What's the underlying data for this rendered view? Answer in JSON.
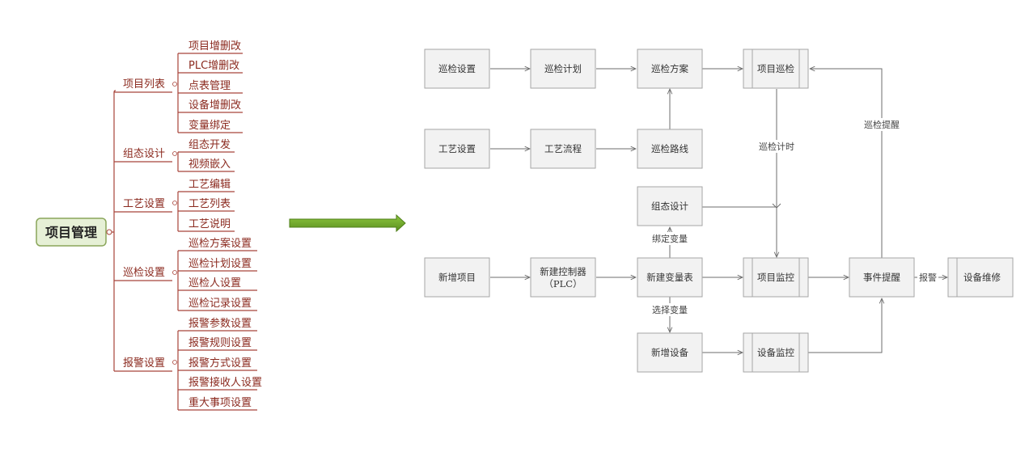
{
  "mindmap": {
    "root": "项目管理",
    "branches": [
      {
        "label": "项目列表",
        "items": [
          "项目增删改",
          "PLC增删改",
          "点表管理",
          "设备增删改",
          "变量绑定"
        ]
      },
      {
        "label": "组态设计",
        "items": [
          "组态开发",
          "视频嵌入"
        ]
      },
      {
        "label": "工艺设置",
        "items": [
          "工艺编辑",
          "工艺列表",
          "工艺说明"
        ]
      },
      {
        "label": "巡检设置",
        "items": [
          "巡检方案设置",
          "巡检计划设置",
          "巡检人设置",
          "巡检记录设置"
        ]
      },
      {
        "label": "报警设置",
        "items": [
          "报警参数设置",
          "报警规则设置",
          "报警方式设置",
          "报警接收人设置",
          "重大事项设置"
        ]
      }
    ]
  },
  "flow": {
    "nodes": {
      "xjsz": "巡检设置",
      "xjjh": "巡检计划",
      "xjfa": "巡检方案",
      "xmxj": "项目巡检",
      "gysz": "工艺设置",
      "gylc": "工艺流程",
      "xjlx": "巡检路线",
      "ztsj": "组态设计",
      "xzxm": "新增项目",
      "xjkzq_1": "新建控制器",
      "xjkzq_2": "（PLC）",
      "xjblb": "新建变量表",
      "xmjk": "项目监控",
      "sjtx": "事件提醒",
      "sbwx": "设备维修",
      "xzsb": "新增设备",
      "sbjk": "设备监控"
    },
    "labels": {
      "xjjs": "巡检计时",
      "xjtx": "巡检提醒",
      "bdbl": "绑定变量",
      "xzbl": "选择变量",
      "bj": "报警"
    }
  },
  "colors": {
    "mindmap_line": "#a8443a",
    "mindmap_text": "#8b2a1f",
    "root_fill": "#e6f0d6",
    "root_stroke": "#8aa65a",
    "arrow_green": "#6aa224",
    "box_fill": "#f2f2f2",
    "box_stroke": "#a6a6a6"
  }
}
